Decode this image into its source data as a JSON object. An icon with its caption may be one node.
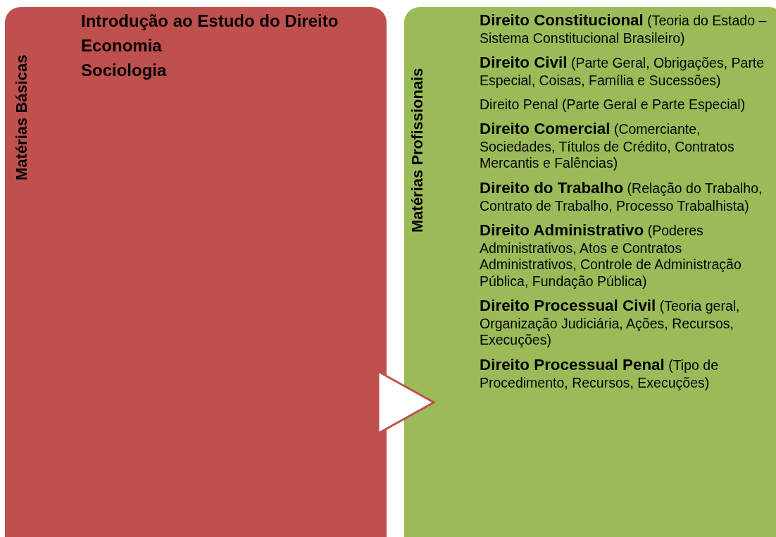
{
  "diagram": {
    "nodes": [
      {
        "text": [
          "Matérias Básicas",
          "Introdução ao Estudo do Direito",
          "Economia",
          "Sociologia"
        ]
      },
      {
        "text": [
          "Matérias Profissionais",
          "**Direito Constitucional** (Teoria do Estado – Sistema Constitucional Brasileiro)",
          "**Direito Civil** (Parte Geral, Obrigações, Parte Especial, Coisas, Família e Sucessões)",
          "Direito Penal (Parte Geral e Parte Especial)",
          "**Direito Comercial** (Comerciante, Sociedades, Títulos de Crédito, Contratos Mercantis e Falências)",
          "**Direito do Trabalho** (Relação do Trabalho, Contrato de Trabalho, Processo Trabalhista)",
          "**Direito Administrativo** (Poderes Administrativos, Atos e Contratos Administrativos, Controle de Administração Pública, Fundação Pública)",
          "**Direito Processual Civil** (Teoria geral, Organização Judiciária, Ações, Recursos, Execuções)",
          "**Direito Processual Penal** (Tipo de Procedimento, Recursos, Execuções)"
        ]
      }
    ],
    "edges": [
      {
        "from": 0,
        "to": 1,
        "arrow": "to"
      }
    ]
  }
}
